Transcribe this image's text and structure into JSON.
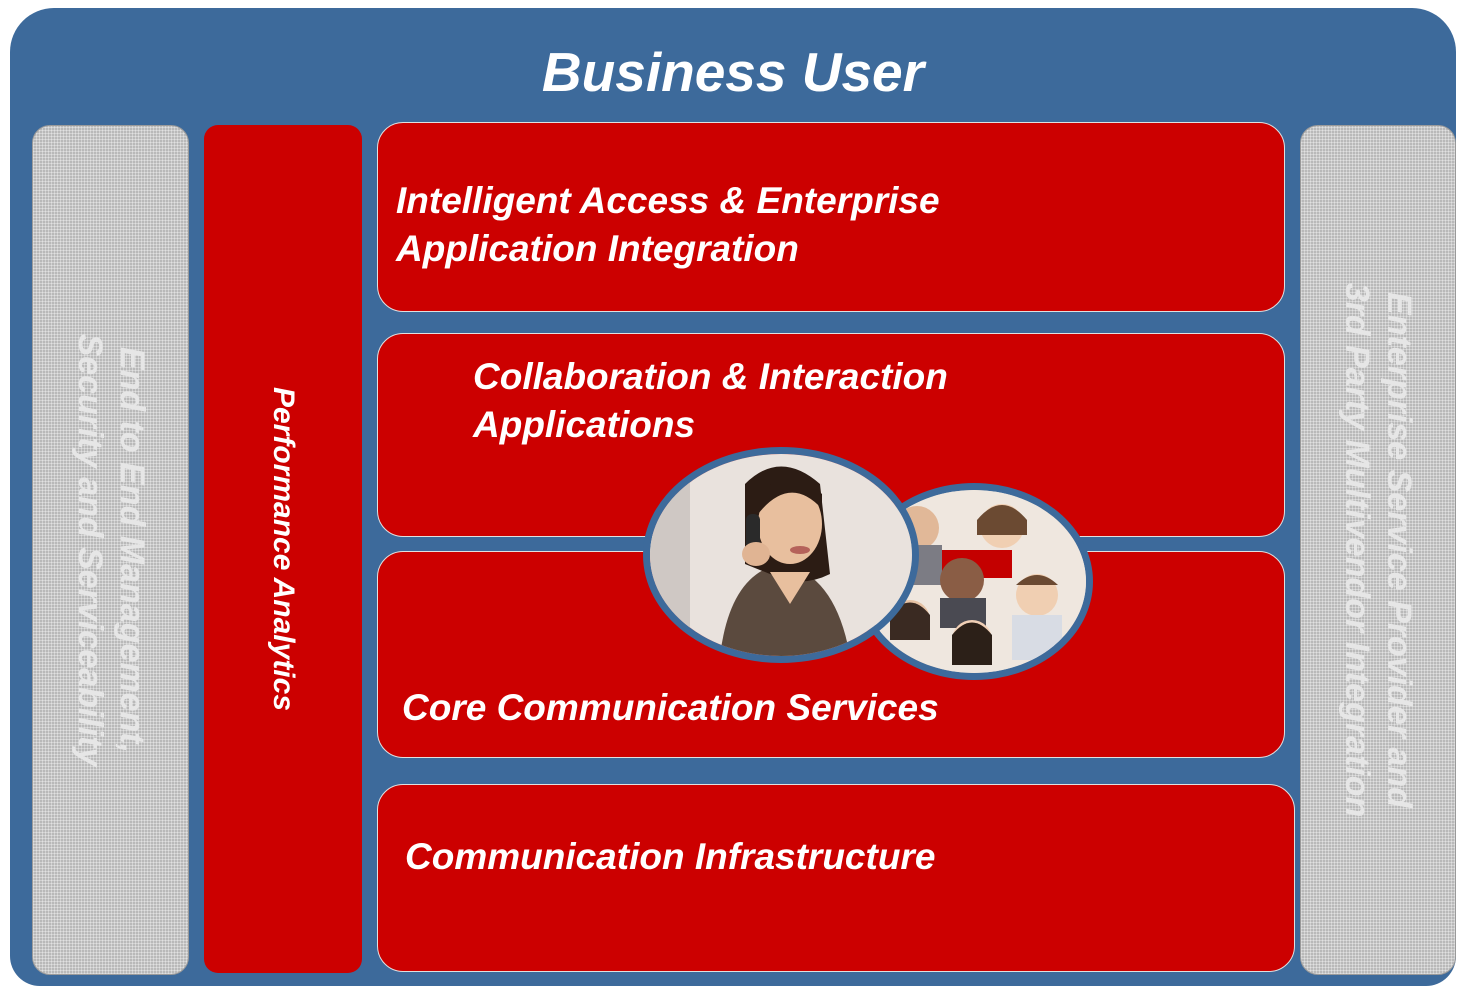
{
  "diagram": {
    "title": "Business User",
    "left_column": {
      "line1": "End to End Management,",
      "line2": "Security and Serviceability"
    },
    "performance_column": {
      "label": "Performance Analytics"
    },
    "layers": [
      {
        "line1": "Intelligent Access & Enterprise",
        "line2": "Application Integration"
      },
      {
        "line1": "Collaboration & Interaction",
        "line2": "Applications"
      },
      {
        "line1": "Core Communication Services"
      },
      {
        "line1": "Communication Infrastructure"
      }
    ],
    "right_column": {
      "line1": "Enterprise Service Provider and",
      "line2": "3rd Party Multivendor Integration"
    },
    "photos": [
      {
        "subject": "woman-on-phone-photo"
      },
      {
        "subject": "group-of-people-photo"
      }
    ],
    "colors": {
      "frame": "#3d6a9b",
      "layer": "#cc0000",
      "side_panel": "#b9b9b9",
      "text": "#ffffff"
    }
  }
}
